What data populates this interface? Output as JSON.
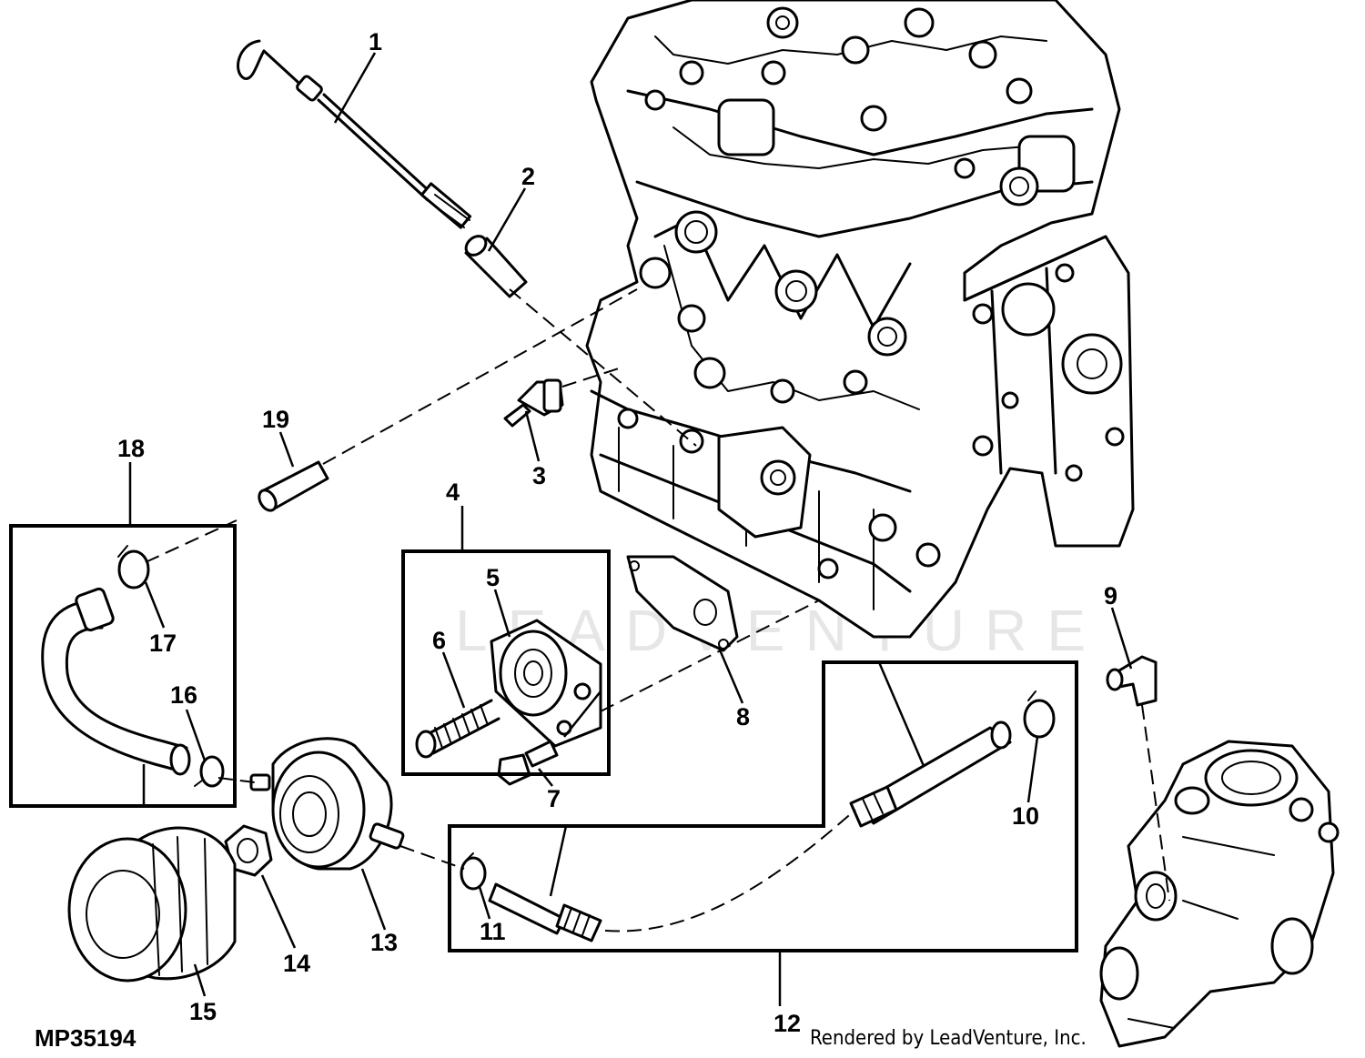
{
  "figure": {
    "id": "MP35194",
    "credit": "Rendered by LeadVenture, Inc.",
    "watermark": "LEADVENTURE"
  },
  "callouts": [
    {
      "num": "1",
      "part": "dipstick"
    },
    {
      "num": "2",
      "part": "dipstick-tube"
    },
    {
      "num": "3",
      "part": "oil-pressure-switch"
    },
    {
      "num": "4",
      "part": "oil-filter-base-kit"
    },
    {
      "num": "5",
      "part": "oil-filter-base"
    },
    {
      "num": "6",
      "part": "spring"
    },
    {
      "num": "7",
      "part": "cap-screw"
    },
    {
      "num": "8",
      "part": "gasket"
    },
    {
      "num": "9",
      "part": "elbow-fitting"
    },
    {
      "num": "10",
      "part": "hose-clamp"
    },
    {
      "num": "11",
      "part": "hose-clamp"
    },
    {
      "num": "12",
      "part": "coolant-hose-assembly"
    },
    {
      "num": "13",
      "part": "oil-cooler"
    },
    {
      "num": "14",
      "part": "nut"
    },
    {
      "num": "15",
      "part": "oil-filter"
    },
    {
      "num": "16",
      "part": "hose-clamp"
    },
    {
      "num": "17",
      "part": "hose-clamp"
    },
    {
      "num": "18",
      "part": "coolant-hose-assembly"
    },
    {
      "num": "19",
      "part": "tube"
    }
  ]
}
